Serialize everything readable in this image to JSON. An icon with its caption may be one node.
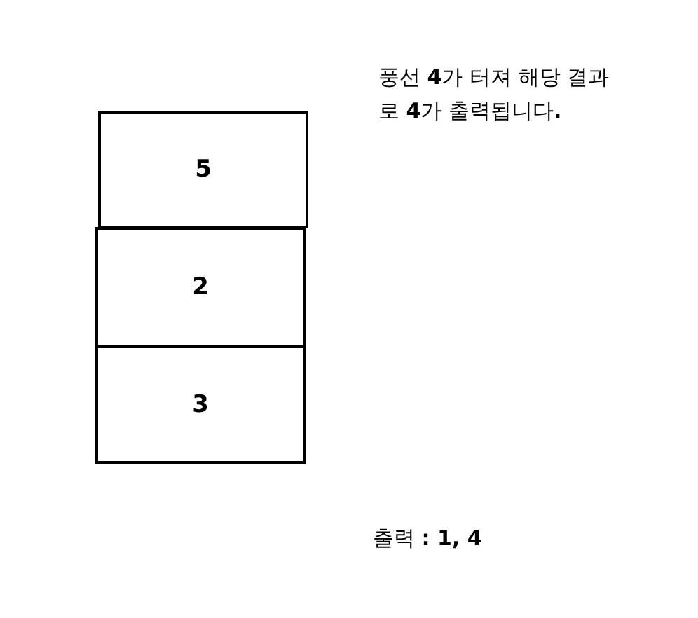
{
  "diagram": {
    "nodes": [
      {
        "text": [
          "5"
        ]
      },
      {
        "text": [
          "2"
        ]
      },
      {
        "text": [
          "3"
        ]
      }
    ],
    "labels": [
      "풍선 **4**가 터져 해당 결과로 **4**가 출력됩니다**.**",
      "출력 **: 1, 4**"
    ]
  }
}
